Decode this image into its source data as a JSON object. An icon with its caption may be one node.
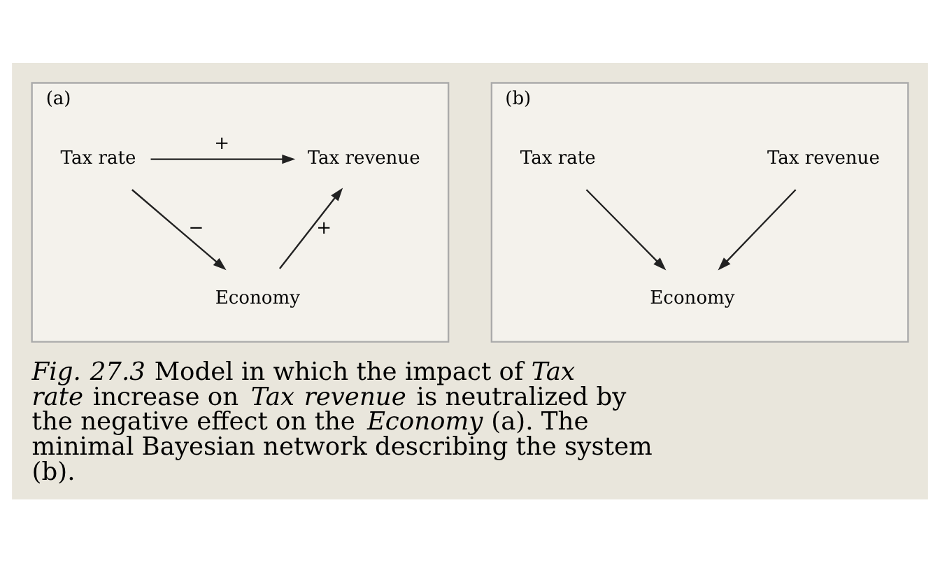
{
  "diagram": {
    "caption": "*Fig. 27.3* Model in which the impact of *Tax rate* increase on *Tax revenue* is neutralized by the negative effect on the *Economy* (a). The minimal Bayesian network describing the system (b).",
    "nodes": [
      {
        "text": [
          "(a)"
        ]
      },
      {
        "text": [
          "Tax rate"
        ],
        "in": 0
      },
      {
        "text": [
          "Tax revenue"
        ],
        "in": 0
      },
      {
        "text": [
          "Economy"
        ],
        "in": 0
      },
      {
        "text": [
          "(b)"
        ]
      },
      {
        "text": [
          "Tax rate"
        ],
        "in": 4
      },
      {
        "text": [
          "Tax revenue"
        ],
        "in": 4
      },
      {
        "text": [
          "Economy"
        ],
        "in": 4
      }
    ],
    "edges": [
      {
        "from": 1,
        "to": 2,
        "arrow": "to",
        "label": "+"
      },
      {
        "from": 1,
        "to": 3,
        "arrow": "to",
        "label": "−"
      },
      {
        "from": 3,
        "to": 2,
        "arrow": "to",
        "label": "+"
      },
      {
        "from": 5,
        "to": 7,
        "arrow": "to"
      },
      {
        "from": 6,
        "to": 7,
        "arrow": "to"
      }
    ]
  }
}
